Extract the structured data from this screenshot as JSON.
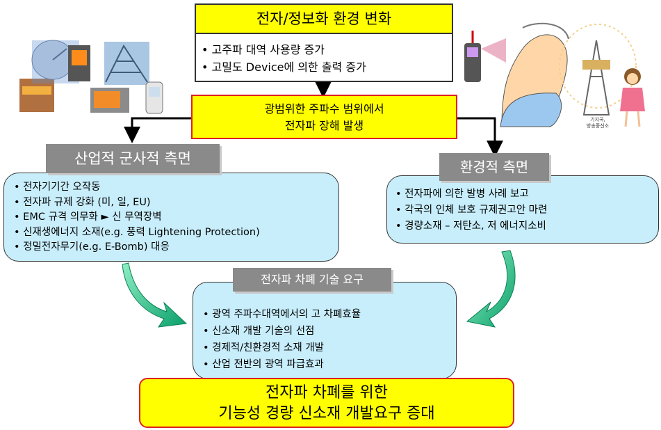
{
  "top": {
    "title": "전자/정보화 환경 변화",
    "items": [
      "고주파 대역 사용량 증가",
      "고밀도 Device에 의한 출력 증가"
    ]
  },
  "center": {
    "line1": "광범위한 주파수 범위에서",
    "line2": "전자파 장해 발생"
  },
  "left": {
    "title": "산업적 군사적 측면",
    "items": [
      "전자기기간 오작동",
      "전자파 규제 강화 (미, 일, EU)",
      "EMC 규격 의무화 ► 신 무역장벽",
      "신재생에너지 소재(e.g. 풍력 Lightening Protection)",
      "정밀전자무기(e.g. E-Bomb) 대응"
    ]
  },
  "right": {
    "title": "환경적 측면",
    "items": [
      "전자파에 의한 발병 사례 보고",
      "각국의 인체 보호 규제권고안 마련",
      "경량소재 – 저탄소, 저 에너지소비"
    ]
  },
  "tech": {
    "title": "전자파 차폐 기술 요구",
    "items": [
      "광역 주파수대역에서의 고 차폐효율",
      "신소재 개발 기술의 선점",
      "경제적/친환경적 소재 개발",
      "산업 전반의 광역 파급효과"
    ]
  },
  "bottom": {
    "line1": "전자파 차폐를 위한",
    "line2": "기능성 경량 신소재 개발요구 증대"
  },
  "tower_caption": {
    "line1": "기지국,",
    "line2": "방송중신소"
  },
  "colors": {
    "yellow": "#ffff00",
    "blue_box": "#c8eefc",
    "grey": "#8a8a8a",
    "arrow_green": "#22c089"
  }
}
